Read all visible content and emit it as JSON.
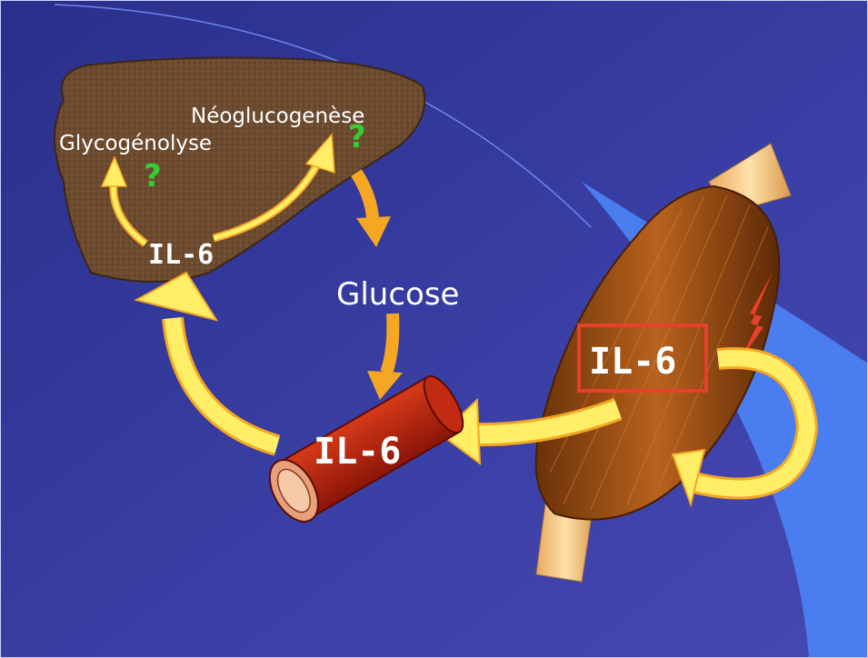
{
  "labels": {
    "neoglucogenese": "Néoglucogenèse",
    "glycogenolyse": "Glycogénolyse",
    "liver_il6": "IL-6",
    "glucose": "Glucose",
    "vessel_il6": "IL-6",
    "muscle_il6": "IL-6",
    "question_1": "?",
    "question_2": "?"
  },
  "colors": {
    "background": "#3a3fa0",
    "liver": "#6b4a2e",
    "arrow": "#ffee66",
    "arrow_dark": "#f5a623",
    "muscle": "#8a4512",
    "vessel": "#b3200c",
    "highlight_box": "#e8402a",
    "question": "#33cc33",
    "text": "#ffffff"
  }
}
